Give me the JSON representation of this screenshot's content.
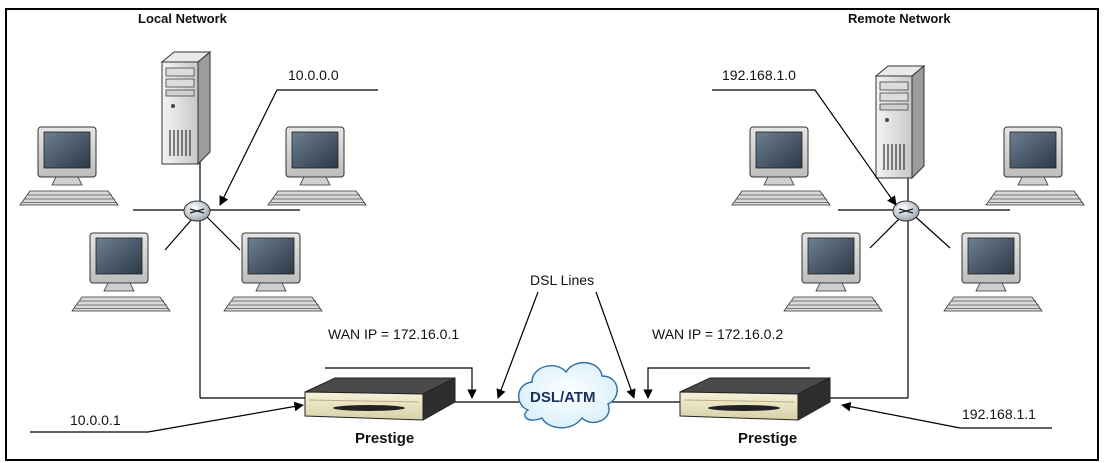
{
  "diagram": {
    "left_network": {
      "title": "Local Network",
      "subnet": "10.0.0.0",
      "lan_ip": "10.0.0.1",
      "wan_ip": "WAN IP = 172.16.0.1",
      "router_label": "Prestige"
    },
    "right_network": {
      "title": "Remote Network",
      "subnet": "192.168.1.0",
      "lan_ip": "192.168.1.1",
      "wan_ip": "WAN IP = 172.16.0.2",
      "router_label": "Prestige"
    },
    "dsl_lines_label": "DSL Lines",
    "cloud_label": "DSL/ATM"
  }
}
